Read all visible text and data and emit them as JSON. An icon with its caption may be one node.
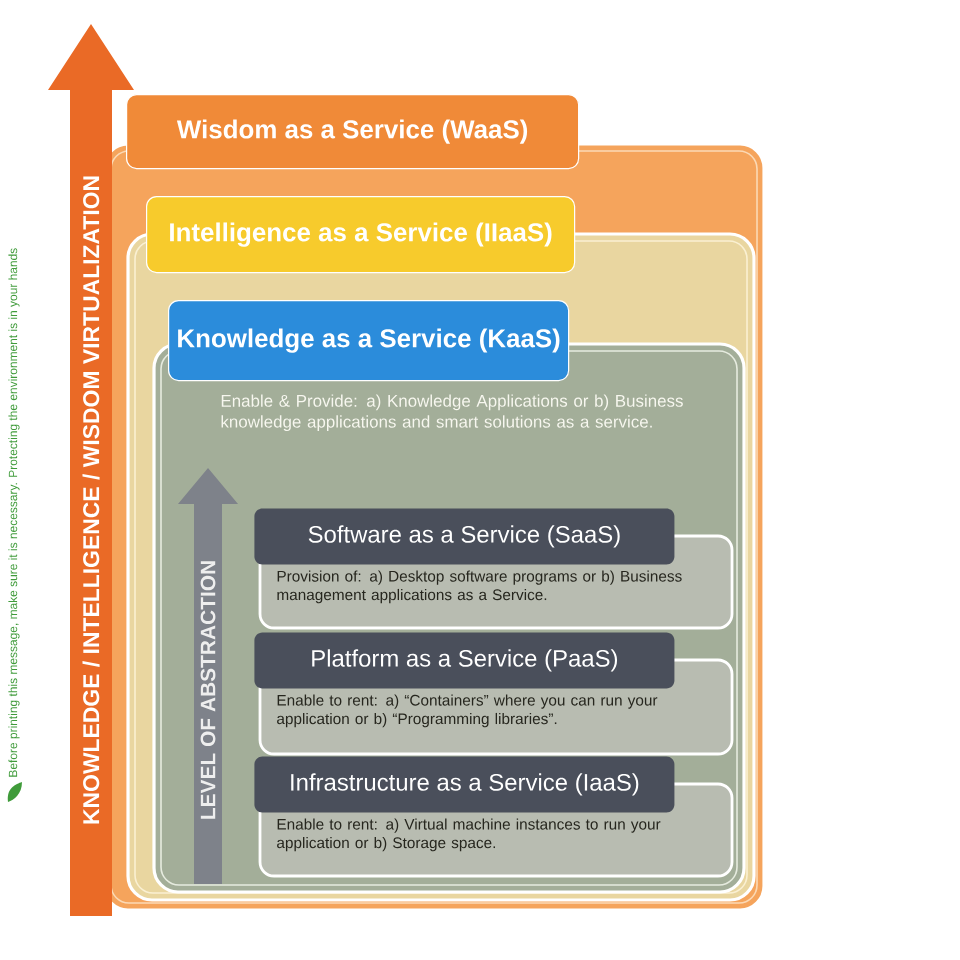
{
  "diagram": {
    "nodes": [
      {
        "text": [
          "Wisdom as a Service (WaaS)"
        ]
      },
      {
        "text": [
          "Intelligence as a Service (IIaaS)"
        ],
        "in": 0
      },
      {
        "text": [
          "Knowledge as a Service (KaaS)",
          "Enable & Provide: a) Knowledge Applications or b) Business knowledge applications and smart solutions as a service."
        ],
        "in": 1
      },
      {
        "text": [
          "Software as a Service (SaaS)",
          "Provision of: a) Desktop software programs or b) Business management applications as a Service."
        ],
        "in": 2
      },
      {
        "text": [
          "Platform as a Service (PaaS)",
          "Enable to rent: a) “Containers” where you can run your application or b) “Programming libraries”."
        ],
        "in": 2
      },
      {
        "text": [
          "Infrastructure as a Service (IaaS)",
          "Enable to rent: a) Virtual machine instances to run your application or b) Storage space."
        ],
        "in": 2
      }
    ],
    "labels": [
      "Before printing this message, make sure it is necessary. Protecting the environment is in your hands",
      "KNOWLEDGE / INTELLIGENCE / WISDOM VIRTUALIZATION",
      "LEVEL OF ABSTRACTION"
    ]
  }
}
